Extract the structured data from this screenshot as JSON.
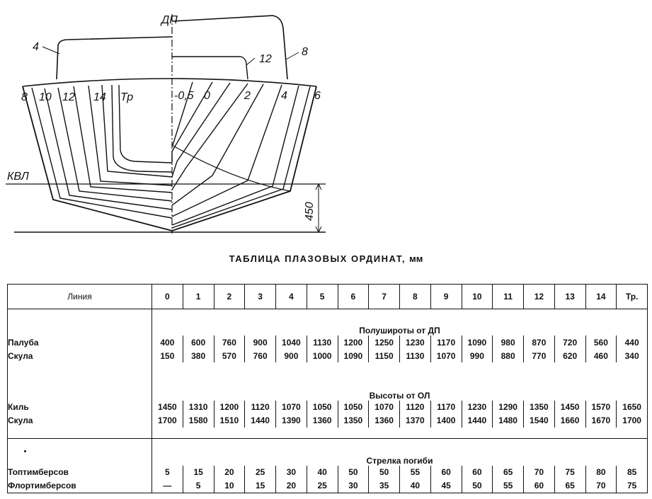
{
  "drawing": {
    "centerline_label": "ДП",
    "waterline_label": "КВЛ",
    "dimension_label": "450",
    "left_labels": [
      "8",
      "10",
      "12",
      "14",
      "Тр"
    ],
    "right_labels": [
      "-0,5",
      "0",
      "2",
      "4",
      "6"
    ],
    "upper_labels": [
      "4",
      "12",
      "8"
    ]
  },
  "table": {
    "title": "ТАБЛИЦА ПЛАЗОВЫХ ОРДИНАТ,",
    "unit": "мм",
    "header": [
      "Линия",
      "0",
      "1",
      "2",
      "3",
      "4",
      "5",
      "6",
      "7",
      "8",
      "9",
      "10",
      "11",
      "12",
      "13",
      "14",
      "Тр."
    ],
    "sections": [
      {
        "title": "Полушироты от ДП",
        "rows": [
          {
            "name": "Палуба",
            "values": [
              "400",
              "600",
              "760",
              "900",
              "1040",
              "1130",
              "1200",
              "1250",
              "1230",
              "1170",
              "1090",
              "980",
              "870",
              "720",
              "560",
              "440"
            ]
          },
          {
            "name": "Скула",
            "values": [
              "150",
              "380",
              "570",
              "760",
              "900",
              "1000",
              "1090",
              "1150",
              "1130",
              "1070",
              "990",
              "880",
              "770",
              "620",
              "460",
              "340"
            ]
          }
        ]
      },
      {
        "title": "Высоты от ОЛ",
        "rows": [
          {
            "name": "Киль",
            "values": [
              "1450",
              "1310",
              "1200",
              "1120",
              "1070",
              "1050",
              "1050",
              "1070",
              "1120",
              "1170",
              "1230",
              "1290",
              "1350",
              "1450",
              "1570",
              "1650"
            ]
          },
          {
            "name": "Скула",
            "values": [
              "1700",
              "1580",
              "1510",
              "1440",
              "1390",
              "1360",
              "1350",
              "1360",
              "1370",
              "1400",
              "1440",
              "1480",
              "1540",
              "1660",
              "1670",
              "1700"
            ]
          }
        ]
      },
      {
        "title": "Стрелка погиби",
        "rows": [
          {
            "name": "Топтимберсов",
            "values": [
              "5",
              "15",
              "20",
              "25",
              "30",
              "40",
              "50",
              "50",
              "55",
              "60",
              "60",
              "65",
              "70",
              "75",
              "80",
              "85"
            ]
          },
          {
            "name": "Флортимберсов",
            "values": [
              "—",
              "5",
              "10",
              "15",
              "20",
              "25",
              "30",
              "35",
              "40",
              "45",
              "50",
              "55",
              "60",
              "65",
              "70",
              "75"
            ]
          }
        ]
      }
    ]
  }
}
